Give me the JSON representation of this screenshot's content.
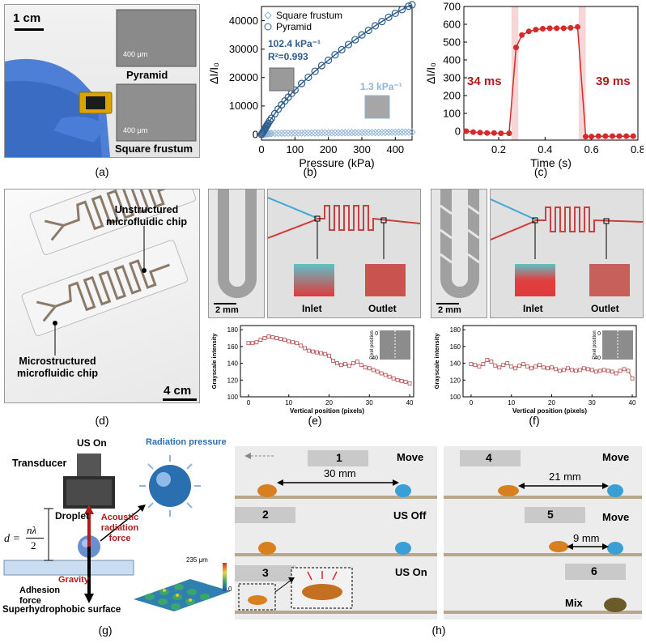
{
  "captions": [
    "(a)",
    "(b)",
    "(c)",
    "(d)",
    "(e)",
    "(f)",
    "(g)",
    "(h)"
  ],
  "panel_a": {
    "scale": "1 cm",
    "pyramid_label": "Pyramid",
    "frustum_label": "Square frustum",
    "sem_scale_top": "400 μm",
    "sem_scale_bottom": "400 μm"
  },
  "panel_d": {
    "unstructured": "Unstructured microfluidic chip",
    "microstructured": "Microstructured microfluidic chip",
    "scale": "4 cm"
  },
  "panel_e": {
    "scale": "2 mm",
    "inlet": "Inlet",
    "outlet": "Outlet"
  },
  "panel_f": {
    "scale": "2 mm",
    "inlet": "Inlet",
    "outlet": "Outlet"
  },
  "panel_g": {
    "us_on": "US On",
    "transducer": "Transducer",
    "radiation_pressure": "Radiation pressure",
    "droplet": "Droplet",
    "acoustic": "Acoustic radiation force",
    "gravity": "Gravity",
    "adhesion": "Adhesion force",
    "surface": "Superhydrophobic surface",
    "eq_lhs": "d =",
    "eq_num": "nλ",
    "eq_den": "2",
    "height_scale": "235 μm",
    "height_zero": "0"
  },
  "panel_h": {
    "frames": [
      {
        "num": "1",
        "status": "Move",
        "distance": "30 mm"
      },
      {
        "num": "2",
        "status": "US Off",
        "distance": ""
      },
      {
        "num": "3",
        "status": "US On",
        "distance": ""
      },
      {
        "num": "4",
        "status": "Move",
        "distance": "21 mm"
      },
      {
        "num": "5",
        "status": "Move",
        "distance": "9 mm"
      },
      {
        "num": "6",
        "status": "Mix",
        "distance": ""
      }
    ]
  },
  "colors": {
    "blue": "#2e5e8c",
    "light_blue": "#8fb4d6",
    "red": "#d62a2a",
    "dark_red": "#b01c1c",
    "grey_line": "#b24b4b"
  },
  "chart_data": [
    {
      "id": "b",
      "type": "scatter",
      "xlabel": "Pressure (kPa)",
      "ylabel": "ΔI/I₀",
      "xlim": [
        0,
        450
      ],
      "ylim": [
        -2000,
        45000
      ],
      "xticks": [
        0,
        100,
        200,
        300,
        400
      ],
      "yticks": [
        0,
        10000,
        20000,
        30000,
        40000
      ],
      "legend": "top-left",
      "annotations": {
        "pyramid_sens": "102.4 kPa⁻¹",
        "r2": "R²=0.993",
        "frustum_sens": "1.3 kPa⁻¹"
      },
      "series": [
        {
          "name": "Square frustum",
          "x": [
            0,
            2,
            4,
            6,
            8,
            10,
            12,
            14,
            16,
            18,
            20,
            25,
            30,
            40,
            50,
            60,
            70,
            80,
            90,
            100,
            110,
            120,
            130,
            140,
            150,
            160,
            170,
            180,
            190,
            200,
            210,
            220,
            230,
            240,
            250,
            260,
            270,
            280,
            290,
            300,
            310,
            320,
            330,
            340,
            350,
            360,
            370,
            380,
            390,
            400,
            410,
            420,
            430,
            440,
            450
          ],
          "y": [
            0,
            50,
            100,
            120,
            150,
            180,
            200,
            220,
            250,
            270,
            290,
            320,
            350,
            380,
            400,
            420,
            430,
            440,
            450,
            460,
            470,
            480,
            490,
            500,
            510,
            520,
            530,
            540,
            550,
            560,
            570,
            580,
            590,
            600,
            610,
            620,
            630,
            640,
            650,
            660,
            670,
            680,
            690,
            700,
            710,
            720,
            730,
            740,
            750,
            760,
            770,
            780,
            790,
            800,
            810
          ]
        },
        {
          "name": "Pyramid",
          "x": [
            0,
            2,
            4,
            6,
            8,
            10,
            12,
            14,
            16,
            18,
            20,
            25,
            30,
            40,
            50,
            60,
            70,
            80,
            90,
            100,
            120,
            140,
            160,
            180,
            200,
            220,
            240,
            260,
            280,
            300,
            320,
            340,
            360,
            380,
            400,
            420,
            440,
            450
          ],
          "y": [
            0,
            300,
            700,
            1100,
            1500,
            1900,
            2300,
            2700,
            3100,
            3500,
            3900,
            4800,
            5700,
            7300,
            8900,
            10400,
            11800,
            13100,
            14400,
            15600,
            17900,
            20100,
            22200,
            24200,
            26100,
            28000,
            29800,
            31600,
            33300,
            35000,
            36600,
            38200,
            39700,
            41200,
            42600,
            43900,
            45100,
            45600
          ]
        }
      ]
    },
    {
      "id": "c",
      "type": "line",
      "xlabel": "Time (s)",
      "ylabel": "ΔI/I₀",
      "xlim": [
        0.05,
        0.8
      ],
      "ylim": [
        -50,
        700
      ],
      "xticks": [
        0.2,
        0.4,
        0.6,
        0.8
      ],
      "yticks": [
        0,
        100,
        200,
        300,
        400,
        500,
        600,
        700
      ],
      "annotations": {
        "rise": "34 ms",
        "fall": "39 ms"
      },
      "x": [
        0.06,
        0.09,
        0.12,
        0.15,
        0.18,
        0.21,
        0.245,
        0.275,
        0.3,
        0.33,
        0.36,
        0.39,
        0.42,
        0.45,
        0.48,
        0.51,
        0.54,
        0.575,
        0.6,
        0.63,
        0.66,
        0.69,
        0.72,
        0.75,
        0.78
      ],
      "y": [
        0,
        -5,
        -8,
        -10,
        -10,
        -12,
        -12,
        470,
        540,
        560,
        570,
        575,
        578,
        578,
        578,
        580,
        585,
        -30,
        -30,
        -28,
        -28,
        -28,
        -28,
        -28,
        -28
      ]
    },
    {
      "id": "e",
      "type": "line",
      "xlabel": "Vertical position (pixels)",
      "ylabel": "Grayscale intensity",
      "inset_label": "Pixel position",
      "inset_ticks": [
        "0",
        "40"
      ],
      "xlim": [
        -2,
        41
      ],
      "ylim": [
        100,
        185
      ],
      "xticks": [
        0,
        10,
        20,
        30,
        40
      ],
      "yticks": [
        100,
        120,
        140,
        160,
        180
      ],
      "x": [
        0,
        1,
        2,
        3,
        4,
        5,
        6,
        7,
        8,
        9,
        10,
        11,
        12,
        13,
        14,
        15,
        16,
        17,
        18,
        19,
        20,
        21,
        22,
        23,
        24,
        25,
        26,
        27,
        28,
        29,
        30,
        31,
        32,
        33,
        34,
        35,
        36,
        37,
        38,
        39,
        40
      ],
      "y": [
        164,
        164,
        165,
        168,
        170,
        172,
        171,
        170,
        169,
        168,
        166,
        165,
        164,
        161,
        158,
        155,
        154,
        153,
        152,
        151,
        149,
        143,
        140,
        138,
        139,
        137,
        140,
        142,
        138,
        135,
        134,
        132,
        130,
        128,
        126,
        124,
        122,
        120,
        119,
        118,
        116
      ]
    },
    {
      "id": "f",
      "type": "line",
      "xlabel": "Vertical position (pixels)",
      "ylabel": "Grayscale intensity",
      "inset_label": "Pixel position",
      "inset_ticks": [
        "0",
        "40"
      ],
      "xlim": [
        -2,
        41
      ],
      "ylim": [
        100,
        185
      ],
      "xticks": [
        0,
        10,
        20,
        30,
        40
      ],
      "yticks": [
        100,
        120,
        140,
        160,
        180
      ],
      "x": [
        0,
        1,
        2,
        3,
        4,
        5,
        6,
        7,
        8,
        9,
        10,
        11,
        12,
        13,
        14,
        15,
        16,
        17,
        18,
        19,
        20,
        21,
        22,
        23,
        24,
        25,
        26,
        27,
        28,
        29,
        30,
        31,
        32,
        33,
        34,
        35,
        36,
        37,
        38,
        39,
        40
      ],
      "y": [
        139,
        138,
        136,
        139,
        144,
        142,
        137,
        135,
        138,
        140,
        136,
        134,
        137,
        139,
        136,
        134,
        136,
        138,
        135,
        134,
        135,
        133,
        131,
        132,
        134,
        132,
        131,
        132,
        134,
        133,
        132,
        130,
        131,
        132,
        131,
        130,
        128,
        131,
        133,
        131,
        122
      ]
    }
  ]
}
